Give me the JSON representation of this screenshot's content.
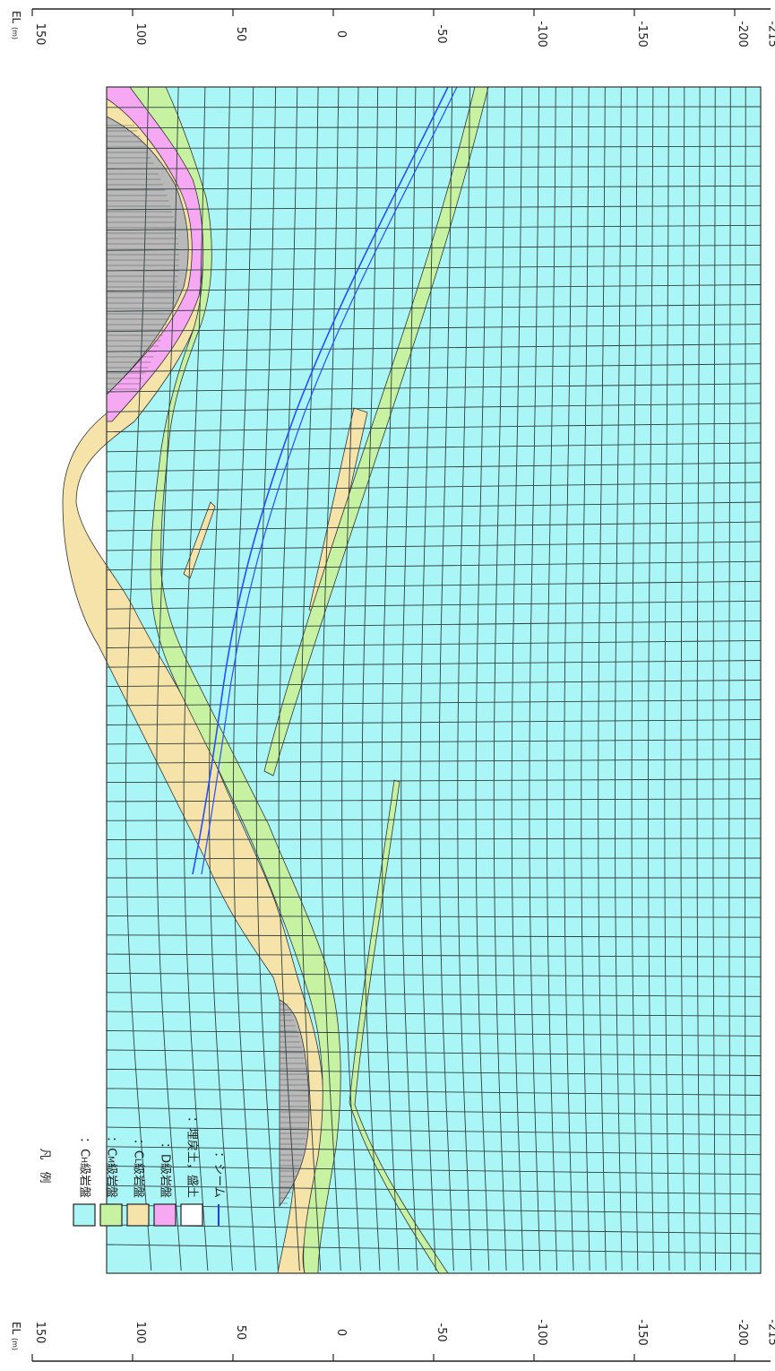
{
  "axis": {
    "title": "EL",
    "unit": "(m)",
    "ticks": [
      "150",
      "100",
      "50",
      "0",
      "-50",
      "-100",
      "-150",
      "-200",
      "-215"
    ],
    "tick_values": [
      150,
      100,
      50,
      0,
      -50,
      -100,
      -150,
      -200,
      -215
    ]
  },
  "legend": {
    "title": "凡　例",
    "items": [
      {
        "label": "：C",
        "sub": "H",
        "rest": "級岩盤",
        "color": "#aaf6f6",
        "name": "ch"
      },
      {
        "label": "：C",
        "sub": "M",
        "rest": "級岩盤",
        "color": "#c6f2a2",
        "name": "cm"
      },
      {
        "label": "：C",
        "sub": "L",
        "rest": "級岩盤",
        "color": "#f6e3aa",
        "name": "cl"
      },
      {
        "label": "：D",
        "sub": "",
        "rest": "級岩盤",
        "color": "#f6a8f2",
        "name": "d"
      },
      {
        "label": "：埋戻土，盛土",
        "sub": "",
        "rest": "",
        "color": "#ffffff",
        "name": "fill"
      }
    ],
    "seam": {
      "label": "：シーム",
      "color": "#1a3cff"
    }
  },
  "colors": {
    "ch": "#aaf6f6",
    "cm": "#c6f2a2",
    "cl": "#f6e3aa",
    "d": "#f6a8f2",
    "fill": "#b9b9b9",
    "seam": "#2a4cff",
    "mesh": "#2f3f3f"
  }
}
